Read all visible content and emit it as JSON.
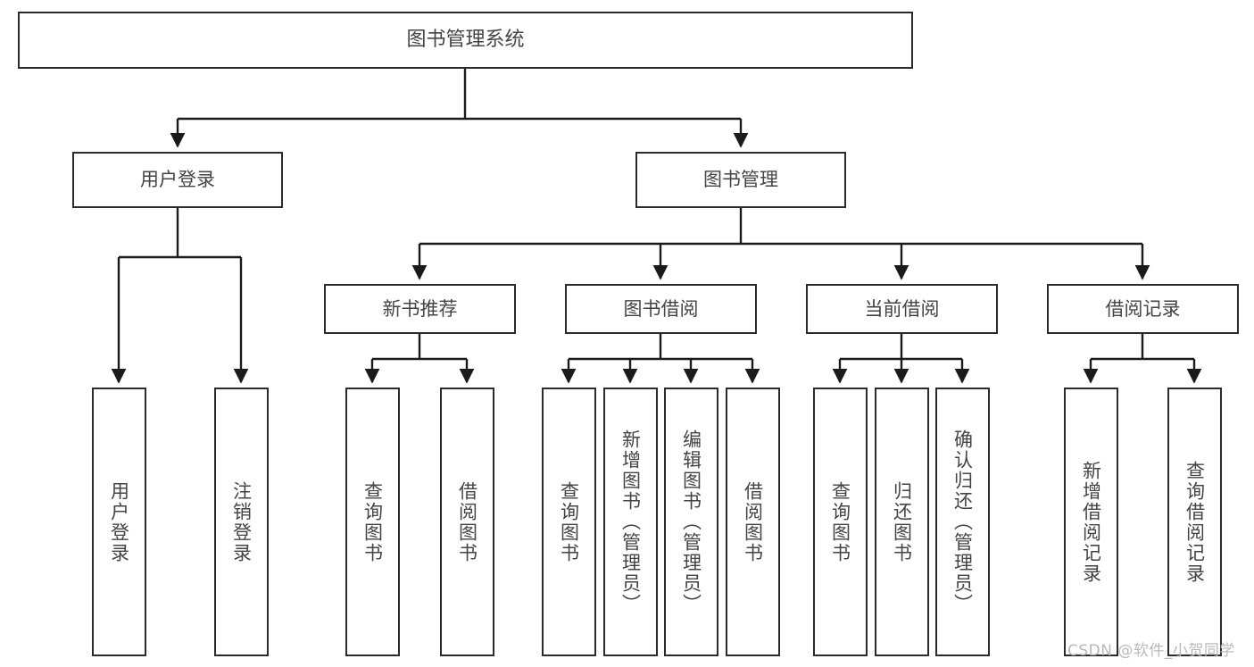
{
  "diagram": {
    "type": "tree",
    "title": "图书管理系统",
    "orientation": "top-down",
    "colors": {
      "box_border": "#2b2b2b",
      "box_fill": "#ffffff",
      "text": "#444444",
      "connector": "#1a1a1a",
      "watermark": "#b9b9b9",
      "background": "#ffffff"
    },
    "watermark": "CSDN @软件_小贺同学",
    "nodes": {
      "root": {
        "label": "图书管理系统"
      },
      "level2": [
        {
          "id": "user-login",
          "label": "用户登录"
        },
        {
          "id": "book-management",
          "label": "图书管理"
        }
      ],
      "level3": [
        {
          "id": "new-book-recommend",
          "label": "新书推荐",
          "parent": "book-management"
        },
        {
          "id": "book-borrow",
          "label": "图书借阅",
          "parent": "book-management"
        },
        {
          "id": "current-borrow",
          "label": "当前借阅",
          "parent": "book-management"
        },
        {
          "id": "borrow-record",
          "label": "借阅记录",
          "parent": "book-management"
        }
      ],
      "leaves": {
        "user-login": [
          {
            "id": "leaf-user-login",
            "label": "用户登录"
          },
          {
            "id": "leaf-logout",
            "label": "注销登录"
          }
        ],
        "new-book-recommend": [
          {
            "id": "leaf-query-book-1",
            "label": "查询图书"
          },
          {
            "id": "leaf-borrow-book-1",
            "label": "借阅图书"
          }
        ],
        "book-borrow": [
          {
            "id": "leaf-query-book-2",
            "label": "查询图书"
          },
          {
            "id": "leaf-add-book",
            "label": "新增图书（管理员）"
          },
          {
            "id": "leaf-edit-book",
            "label": "编辑图书（管理员）"
          },
          {
            "id": "leaf-borrow-book-2",
            "label": "借阅图书"
          }
        ],
        "current-borrow": [
          {
            "id": "leaf-query-book-3",
            "label": "查询图书"
          },
          {
            "id": "leaf-return-book",
            "label": "归还图书"
          },
          {
            "id": "leaf-confirm-return",
            "label": "确认归还（管理员）"
          }
        ],
        "borrow-record": [
          {
            "id": "leaf-add-record",
            "label": "新增借阅记录"
          },
          {
            "id": "leaf-query-record",
            "label": "查询借阅记录"
          }
        ]
      }
    }
  }
}
